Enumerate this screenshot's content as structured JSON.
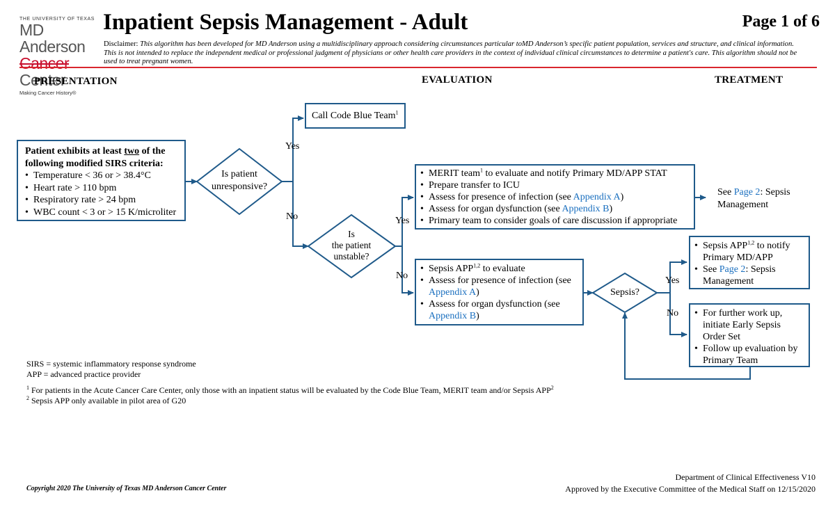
{
  "logo": {
    "university": "THE UNIVERSITY OF TEXAS",
    "md": "MD Anderson",
    "cancer": "Cancer",
    "center": "Center",
    "tagline": "Making Cancer History®"
  },
  "header": {
    "title": "Inpatient Sepsis Management - Adult",
    "page": "Page 1 of 6",
    "disclaimer_label": "Disclaimer:",
    "disclaimer_text": "This algorithm has been developed for MD Anderson using a multidisciplinary approach considering circumstances particular toMD Anderson’s specific patient population, services and structure, and clinical information. This is not intended to replace the independent medical or professional judgment of physicians or other health care providers in the context of individual clinical circumstances to determine a patient's care. This algorithm should not be used to treat pregnant women."
  },
  "columns": {
    "presentation": "PRESENTATION",
    "evaluation": "EVALUATION",
    "treatment": "TREATMENT"
  },
  "presentation_box": {
    "heading_pre": "Patient exhibits at least ",
    "heading_underlined": "two",
    "heading_post": " of the following modified SIRS criteria:",
    "items": [
      "Temperature < 36 or > 38.4°C",
      "Heart rate > 110 bpm",
      "Respiratory rate > 24 bpm",
      "WBC count < 3 or > 15 K/microliter"
    ]
  },
  "decision_unresponsive": {
    "line1": "Is patient",
    "line2": "unresponsive?"
  },
  "decision_unstable": {
    "line1": "Is",
    "line2": "the patient",
    "line3": "unstable?"
  },
  "decision_sepsis": {
    "text": "Sepsis?"
  },
  "labels": {
    "yes": "Yes",
    "no": "No"
  },
  "code_blue": {
    "text": "Call Code Blue Team",
    "sup": "1"
  },
  "merit_box": {
    "item1_a": "MERIT team",
    "item1_sup": "1",
    "item1_b": " to evaluate and notify Primary MD/APP STAT",
    "item2": "Prepare transfer to ICU",
    "item3_a": "Assess for presence of infection (see ",
    "item3_link": "Appendix A",
    "item3_b": ")",
    "item4_a": "Assess for organ dysfunction (see ",
    "item4_link": "Appendix B",
    "item4_b": ")",
    "item5": "Primary team to consider goals of care discussion if appropriate"
  },
  "see_page2": {
    "pre": "See ",
    "link": "Page 2",
    "post": ": Sepsis Management"
  },
  "app_box": {
    "item1_a": "Sepsis APP",
    "item1_sup": "1,2",
    "item1_b": " to  evaluate",
    "item2_a": "Assess for presence of infection (see ",
    "item2_link": "Appendix A",
    "item2_b": ")",
    "item3_a": "Assess for organ dysfunction (see ",
    "item3_link": "Appendix B",
    "item3_b": ")"
  },
  "sepsis_yes_box": {
    "item1_a": "Sepsis APP",
    "item1_sup": "1,2",
    "item1_b": " to notify Primary MD/APP",
    "item2_a": "See ",
    "item2_link": "Page 2",
    "item2_b": ": Sepsis Management"
  },
  "sepsis_no_box": {
    "item1": "For further work up, initiate Early Sepsis Order Set",
    "item2": "Follow up evaluation by Primary Team"
  },
  "footnotes": {
    "sirs": "SIRS = systemic inflammatory response syndrome",
    "app": "APP = advanced practice provider",
    "fn1_sup": "1",
    "fn1": " For patients in the Acute Cancer Care Center, only those with an inpatient status will be evaluated by the Code Blue Team, MERIT team and/or Sepsis APP",
    "fn1_end_sup": "2",
    "fn2_sup": "2",
    "fn2": " Sepsis APP only available in pilot area of G20"
  },
  "footer": {
    "copyright": "Copyright 2020 The University of Texas MD Anderson Cancer Center",
    "dept": "Department of Clinical Effectiveness V10",
    "approved": "Approved by the Executive Committee of the Medical Staff on 12/15/2020"
  },
  "colors": {
    "line": "#1f5a8a",
    "link": "#1a6fbf",
    "accent_red": "#d9262e"
  }
}
